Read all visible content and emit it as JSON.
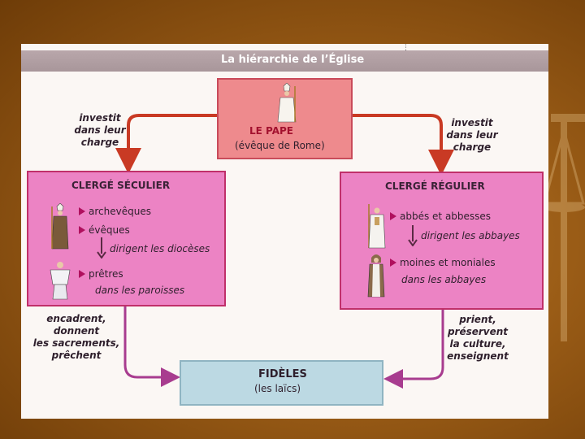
{
  "title": "La hiérarchie de l’Église",
  "pope": {
    "name": "LE PAPE",
    "sub": "(évêque de Rome)"
  },
  "left_invest": [
    "investit",
    "dans leur",
    "charge"
  ],
  "right_invest": [
    "investit",
    "dans leur",
    "charge"
  ],
  "secular": {
    "title": "CLERGÉ SÉCULIER",
    "item1": "archevêques",
    "item2": "évêques",
    "note1": "dirigent les diocèses",
    "item3": "prêtres",
    "note2": "dans les paroisses"
  },
  "regular": {
    "title": "CLERGÉ RÉGULIER",
    "item1": "abbés et abbesses",
    "note1": "dirigent les abbayes",
    "item2": "moines et moniales",
    "note2": "dans les abbayes"
  },
  "left_action": [
    "encadrent,",
    "donnent",
    "les sacrements,",
    "prêchent"
  ],
  "right_action": [
    "prient,",
    "préservent",
    "la culture,",
    "enseignent"
  ],
  "faithful": {
    "name": "FIDÈLES",
    "sub": "(les laïcs)"
  },
  "colors": {
    "arrow_red": "#c93a24",
    "arrow_purple": "#a83c8f",
    "pink_box": "#ec83c4",
    "pope_box": "#ee8a8d",
    "faithful_box": "#bcd9e3"
  },
  "icons": [
    "pope-figure-icon",
    "archbishop-figure-icon",
    "priest-figure-icon",
    "abbot-figure-icon",
    "monk-figure-icon",
    "scales-icon"
  ]
}
